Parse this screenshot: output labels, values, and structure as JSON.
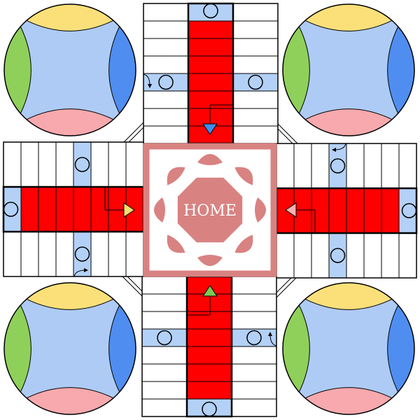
{
  "board": {
    "home_label": "HOME",
    "colors": {
      "home_lane": "#ff0000",
      "safe_cell": "#b3d1f7",
      "center_frame": "#d98282",
      "center_fill": "#ffffff",
      "home_shape": "#d98282",
      "line": "#000000",
      "corner_center": "#aecbf5",
      "corner_top": "#fbe07a",
      "corner_right": "#4f8ef0",
      "corner_bottom": "#f7a9ad",
      "corner_left": "#8fd05a"
    },
    "arms": [
      {
        "name": "top",
        "arrow_color": "#3d8fef"
      },
      {
        "name": "right",
        "arrow_color": "#f7b3b3"
      },
      {
        "name": "bottom",
        "arrow_color": "#7acb52"
      },
      {
        "name": "left",
        "arrow_color": "#f5dc6e"
      }
    ],
    "corner_zones": [
      "top-left",
      "top-right",
      "bottom-left",
      "bottom-right"
    ]
  }
}
